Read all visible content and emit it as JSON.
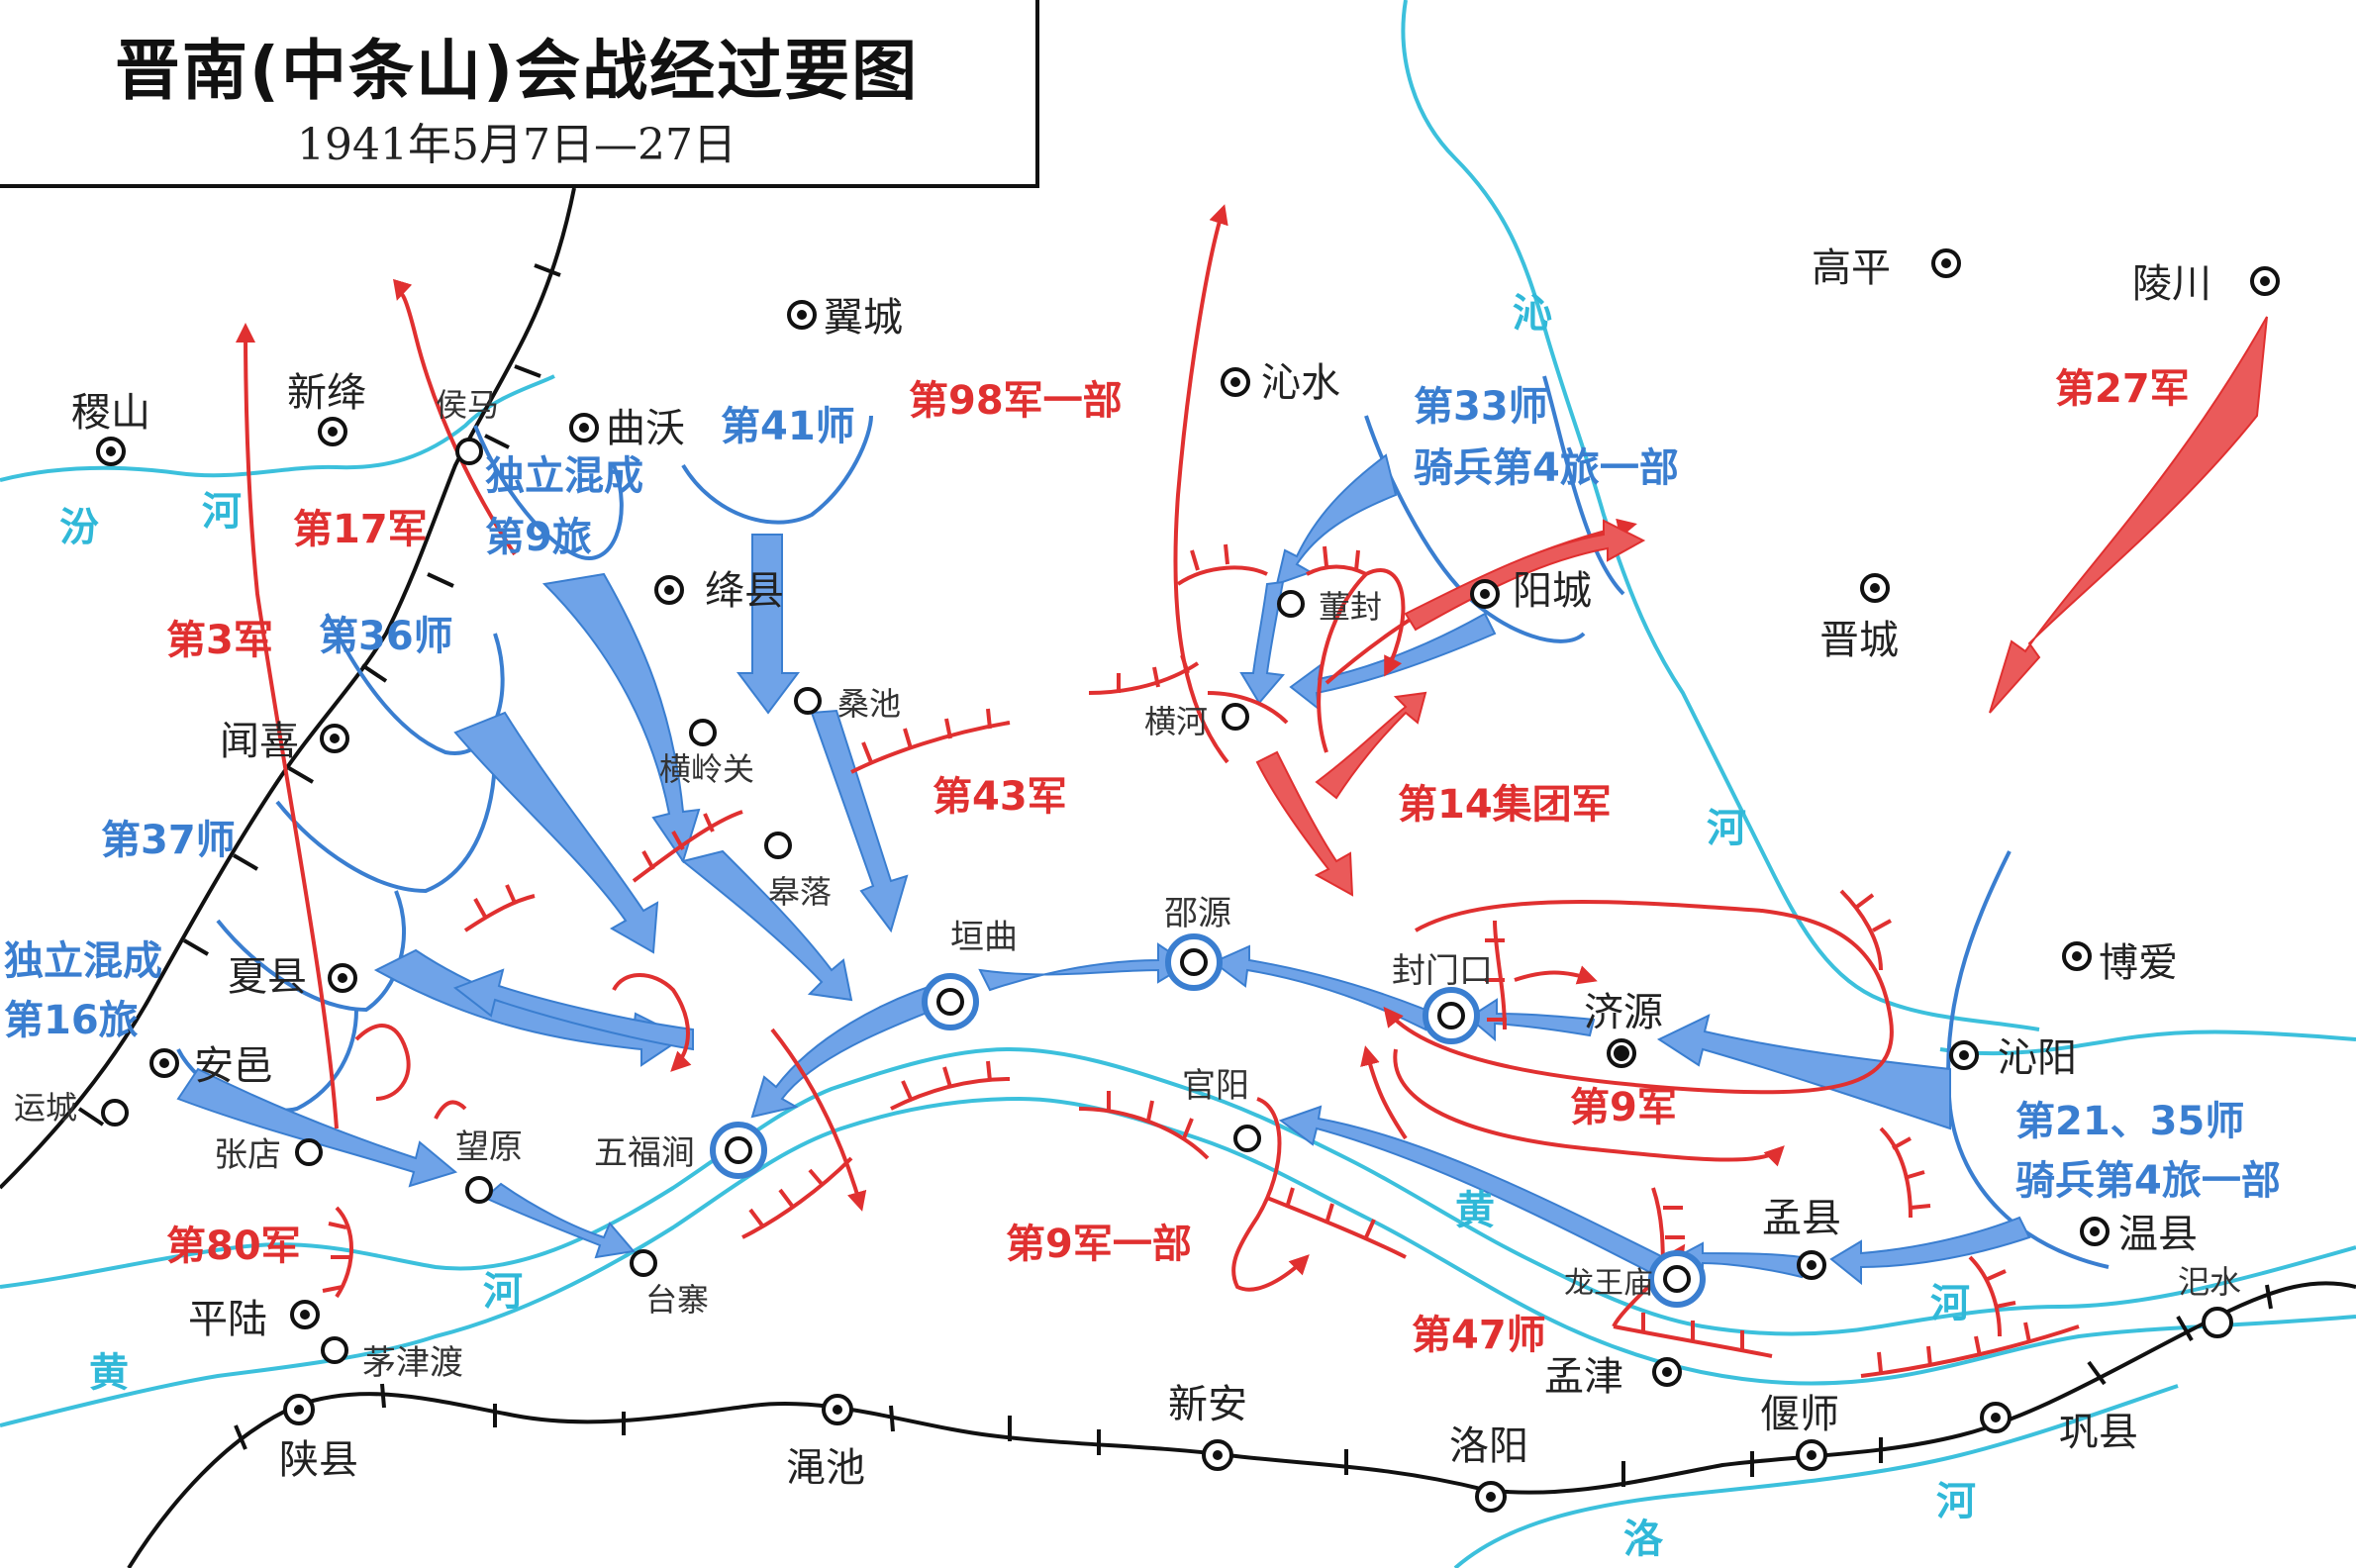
{
  "title": {
    "main": "晋南(中条山)会战经过要图",
    "date": "1941年5月7日—27日"
  },
  "colors": {
    "river": "#3cc0dc",
    "railway": "#111111",
    "chinese_units": "#e03030",
    "japanese_units": "#3a7ed0",
    "japanese_arrow_fill": "#6fa3e8"
  },
  "places": [
    {
      "id": "jishan",
      "label": "稷山",
      "kind": "city"
    },
    {
      "id": "xinjiang",
      "label": "新绛",
      "kind": "city"
    },
    {
      "id": "houma",
      "label": "侯马",
      "kind": "town"
    },
    {
      "id": "quwo",
      "label": "曲沃",
      "kind": "city"
    },
    {
      "id": "yicheng",
      "label": "翼城",
      "kind": "city"
    },
    {
      "id": "jiangxian",
      "label": "绛县",
      "kind": "city"
    },
    {
      "id": "wenxi",
      "label": "闻喜",
      "kind": "city"
    },
    {
      "id": "hengling",
      "label": "横岭关",
      "kind": "town"
    },
    {
      "id": "sangchi",
      "label": "桑池",
      "kind": "town"
    },
    {
      "id": "gaoluo",
      "label": "皋落",
      "kind": "town"
    },
    {
      "id": "xiaxian",
      "label": "夏县",
      "kind": "city"
    },
    {
      "id": "anyi",
      "label": "安邑",
      "kind": "city"
    },
    {
      "id": "yuncheng",
      "label": "运城",
      "kind": "town"
    },
    {
      "id": "zhangdian",
      "label": "张店",
      "kind": "town"
    },
    {
      "id": "wangyuan",
      "label": "望原",
      "kind": "town"
    },
    {
      "id": "taizhai",
      "label": "台寨",
      "kind": "town"
    },
    {
      "id": "pinglu",
      "label": "平陆",
      "kind": "city"
    },
    {
      "id": "maojindu",
      "label": "茅津渡",
      "kind": "town"
    },
    {
      "id": "wufuhe",
      "label": "五福涧",
      "kind": "ring"
    },
    {
      "id": "yuanqu",
      "label": "垣曲",
      "kind": "ring"
    },
    {
      "id": "shaoyuan",
      "label": "邵源",
      "kind": "ring"
    },
    {
      "id": "fengmenkou",
      "label": "封门口",
      "kind": "ring"
    },
    {
      "id": "jiyuan",
      "label": "济源",
      "kind": "city"
    },
    {
      "id": "guanyang",
      "label": "官阳",
      "kind": "town"
    },
    {
      "id": "qinshui",
      "label": "沁水",
      "kind": "city"
    },
    {
      "id": "dongfeng",
      "label": "董封",
      "kind": "town"
    },
    {
      "id": "henghe",
      "label": "横河",
      "kind": "town"
    },
    {
      "id": "yangcheng",
      "label": "阳城",
      "kind": "city"
    },
    {
      "id": "gaoping",
      "label": "高平",
      "kind": "city"
    },
    {
      "id": "lingchuan",
      "label": "陵川",
      "kind": "city"
    },
    {
      "id": "jincheng",
      "label": "晋城",
      "kind": "city"
    },
    {
      "id": "boai",
      "label": "博爱",
      "kind": "city"
    },
    {
      "id": "qinyang",
      "label": "沁阳",
      "kind": "city"
    },
    {
      "id": "wenxian",
      "label": "温县",
      "kind": "city"
    },
    {
      "id": "mengxian",
      "label": "孟县",
      "kind": "city"
    },
    {
      "id": "longwangmiao",
      "label": "龙王庙",
      "kind": "ring"
    },
    {
      "id": "mengjin",
      "label": "孟津",
      "kind": "city"
    },
    {
      "id": "sishui",
      "label": "汜水",
      "kind": "station"
    },
    {
      "id": "shanxian",
      "label": "陕县",
      "kind": "station"
    },
    {
      "id": "mianchi",
      "label": "渑池",
      "kind": "station"
    },
    {
      "id": "xinan",
      "label": "新安",
      "kind": "station"
    },
    {
      "id": "luoyang",
      "label": "洛阳",
      "kind": "station"
    },
    {
      "id": "yanshi",
      "label": "偃师",
      "kind": "station"
    },
    {
      "id": "gongxian",
      "label": "巩县",
      "kind": "station"
    }
  ],
  "rivers": [
    {
      "id": "fen1",
      "label": "汾"
    },
    {
      "id": "fen2",
      "label": "河"
    },
    {
      "id": "qin1",
      "label": "沁"
    },
    {
      "id": "qin2",
      "label": "河"
    },
    {
      "id": "huang_w1",
      "label": "黄"
    },
    {
      "id": "huang_w2",
      "label": "河"
    },
    {
      "id": "huang_e1",
      "label": "黄"
    },
    {
      "id": "huang_e2",
      "label": "河"
    },
    {
      "id": "luo1",
      "label": "洛"
    },
    {
      "id": "luo2",
      "label": "河"
    }
  ],
  "units": [
    {
      "id": "u98",
      "label": "第98军一部",
      "side": "chinese"
    },
    {
      "id": "u17",
      "label": "第17军",
      "side": "chinese"
    },
    {
      "id": "u3",
      "label": "第3军",
      "side": "chinese"
    },
    {
      "id": "u43",
      "label": "第43军",
      "side": "chinese"
    },
    {
      "id": "u14g",
      "label": "第14集团军",
      "side": "chinese"
    },
    {
      "id": "u27",
      "label": "第27军",
      "side": "chinese"
    },
    {
      "id": "u9",
      "label": "第9军",
      "side": "chinese"
    },
    {
      "id": "u9p",
      "label": "第9军一部",
      "side": "chinese"
    },
    {
      "id": "u80",
      "label": "第80军",
      "side": "chinese"
    },
    {
      "id": "u47",
      "label": "第47师",
      "side": "chinese"
    },
    {
      "id": "j41",
      "label": "第41师",
      "side": "japanese"
    },
    {
      "id": "jdb9a",
      "label": "独立混成",
      "side": "japanese"
    },
    {
      "id": "jdb9b",
      "label": "第9旅",
      "side": "japanese"
    },
    {
      "id": "j36",
      "label": "第36师",
      "side": "japanese"
    },
    {
      "id": "j37",
      "label": "第37师",
      "side": "japanese"
    },
    {
      "id": "jdb16a",
      "label": "独立混成",
      "side": "japanese"
    },
    {
      "id": "jdb16b",
      "label": "第16旅",
      "side": "japanese"
    },
    {
      "id": "j33a",
      "label": "第33师",
      "side": "japanese"
    },
    {
      "id": "j33b",
      "label": "骑兵第4旅一部",
      "side": "japanese"
    },
    {
      "id": "j21a",
      "label": "第21、35师",
      "side": "japanese"
    },
    {
      "id": "j21b",
      "label": "骑兵第4旅一部",
      "side": "japanese"
    }
  ]
}
